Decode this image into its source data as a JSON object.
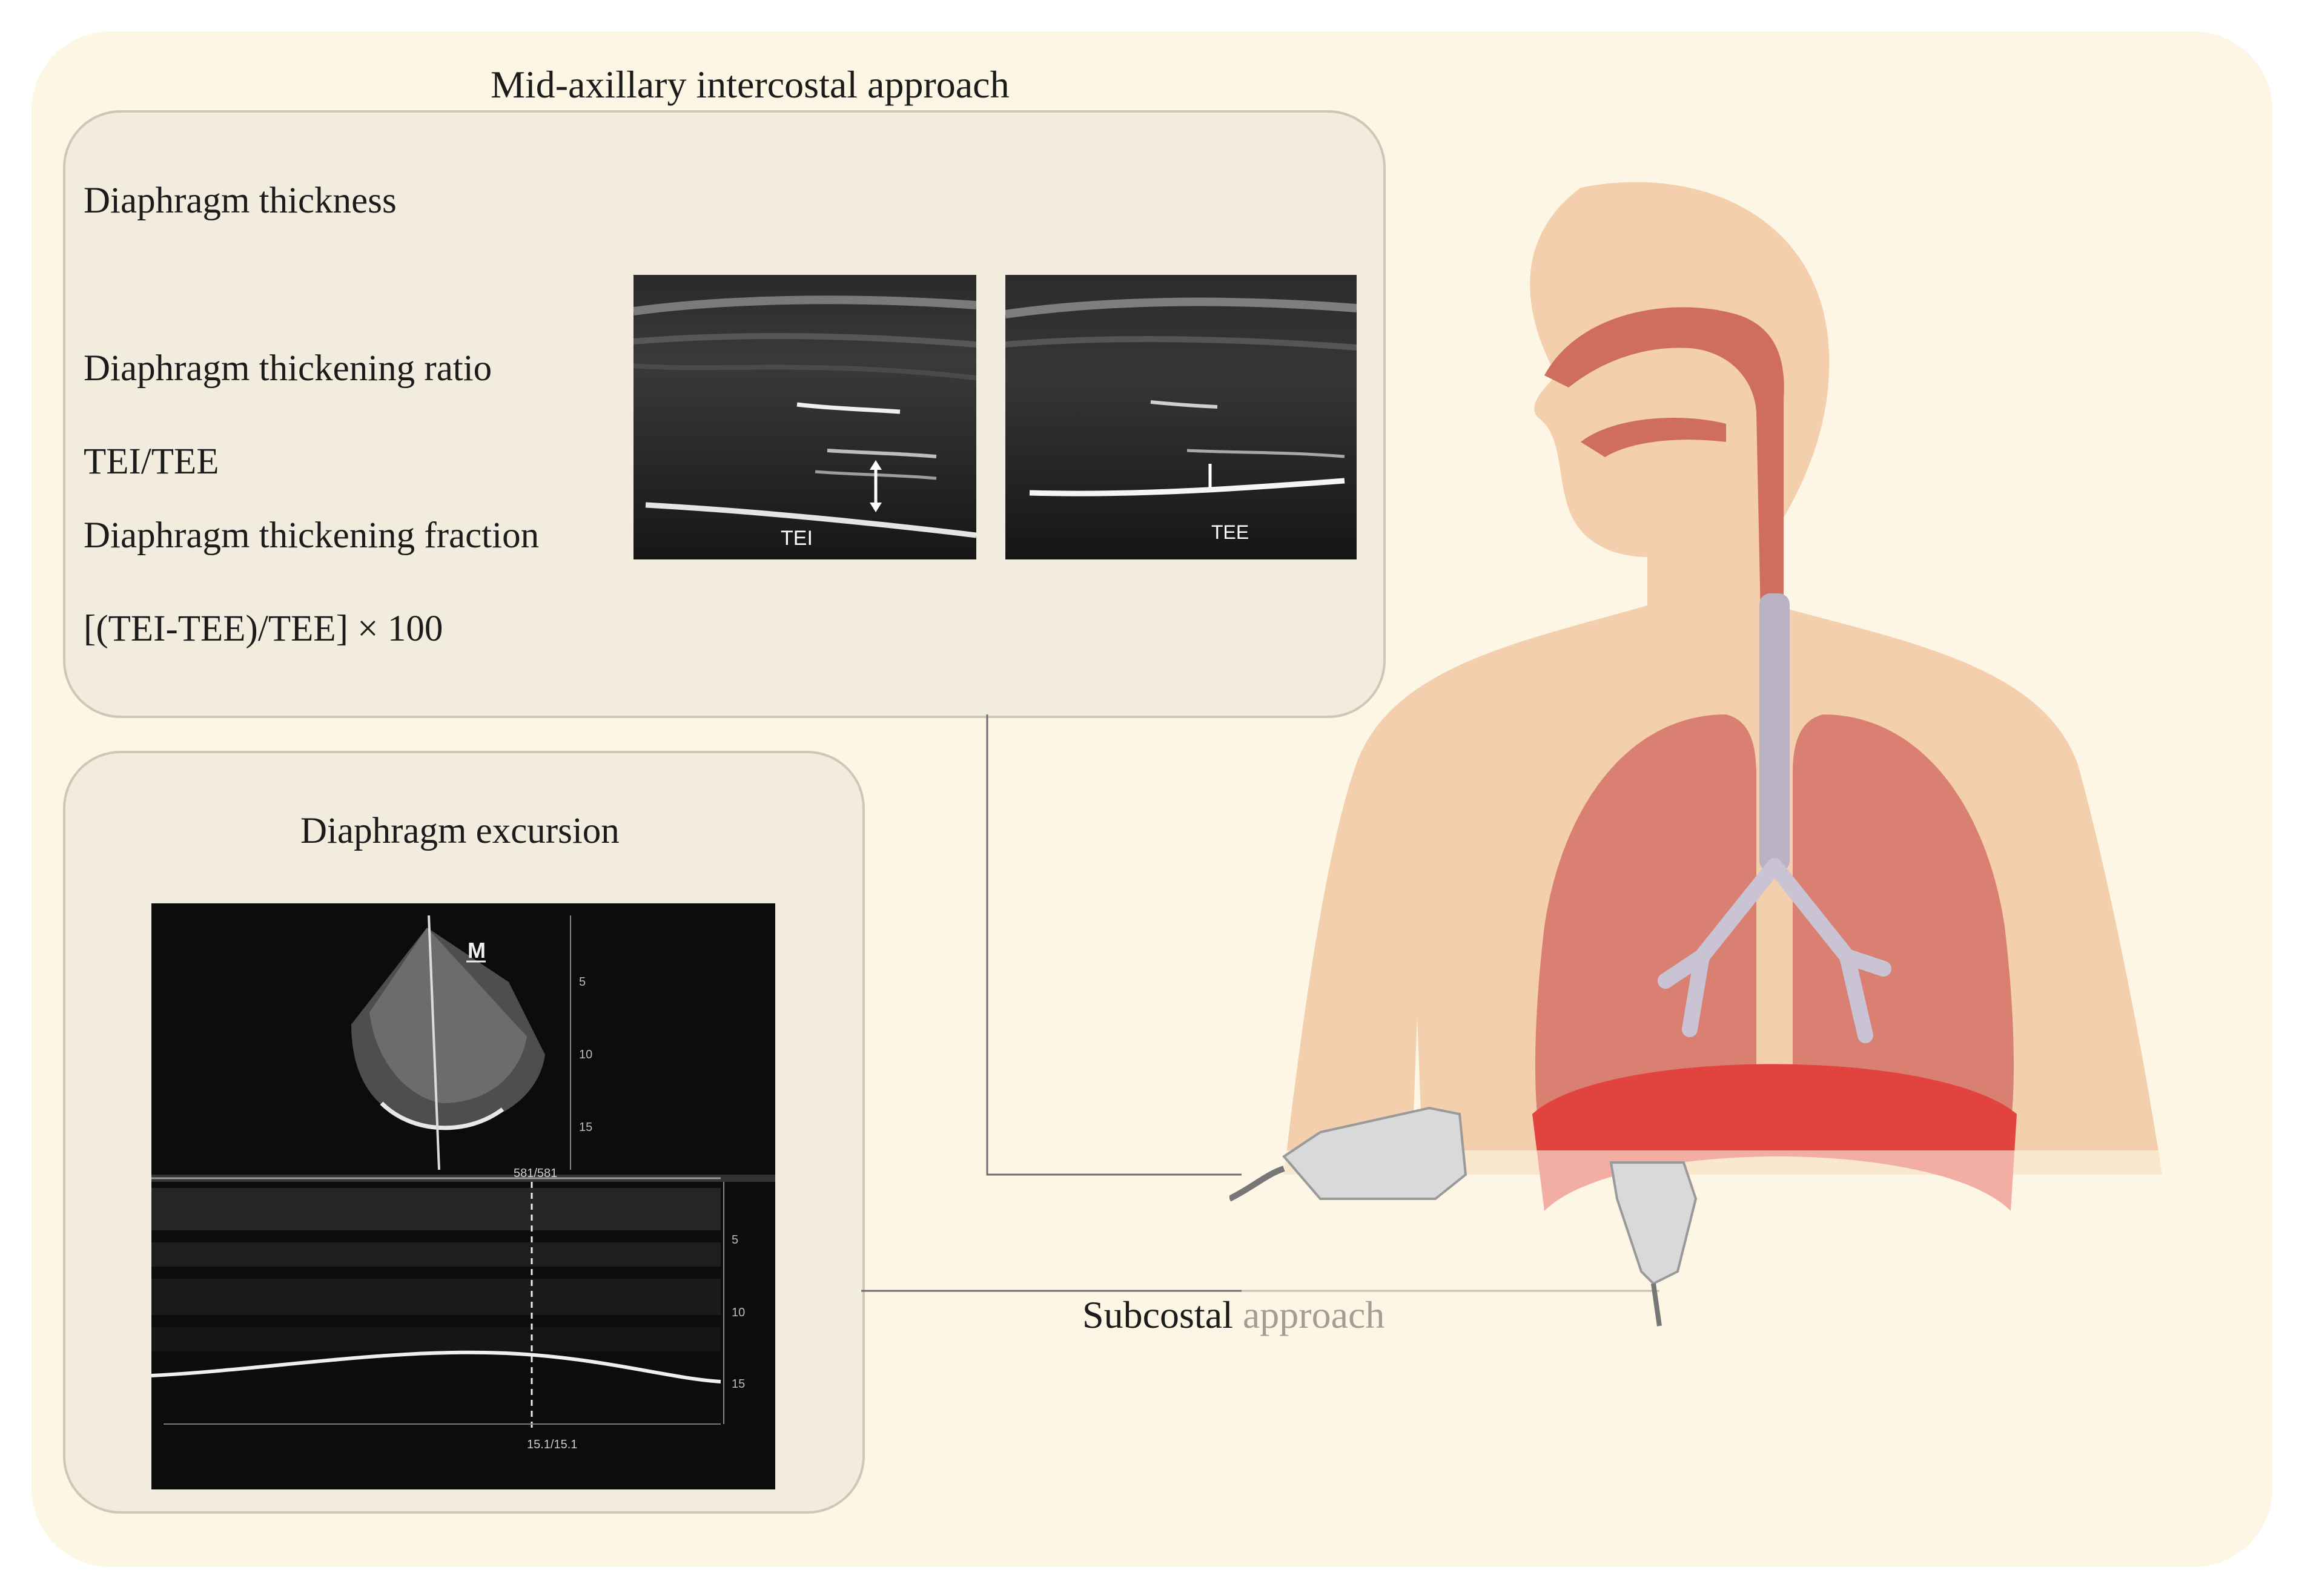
{
  "top_section": {
    "title": "Mid-axillary intercostal approach",
    "thickness_label": "Diaphragm thickness",
    "ratio_label": "Diaphragm thickening ratio",
    "ratio_formula": "TEI/TEE",
    "fraction_label": "Diaphragm thickening fraction",
    "fraction_formula": "[(TEI-TEE)/TEE] × 100",
    "image_inspiration_label": "TEI",
    "image_expiration_label": "TEE"
  },
  "bottom_section": {
    "title": "Diaphragm excursion",
    "mode_label": "M",
    "bmode_scale_ticks": [
      "5",
      "10",
      "15"
    ],
    "mmode_scale_ticks": [
      "5",
      "10",
      "15"
    ],
    "top_readout": "581/581",
    "bottom_readout": "15.1/15.1"
  },
  "subcostal_label": "Subcostal approach",
  "colors": {
    "background": "#fdf6e4",
    "panel": "#f2ecde",
    "skin": "#f3cfad",
    "lung": "#d98073",
    "airway": "#cf6e5f",
    "diaphragm": "#e1433f",
    "bronchi": "#c9c3d3"
  },
  "icons": [
    "ultrasound-probe-icon",
    "ultrasound-probe-icon"
  ]
}
